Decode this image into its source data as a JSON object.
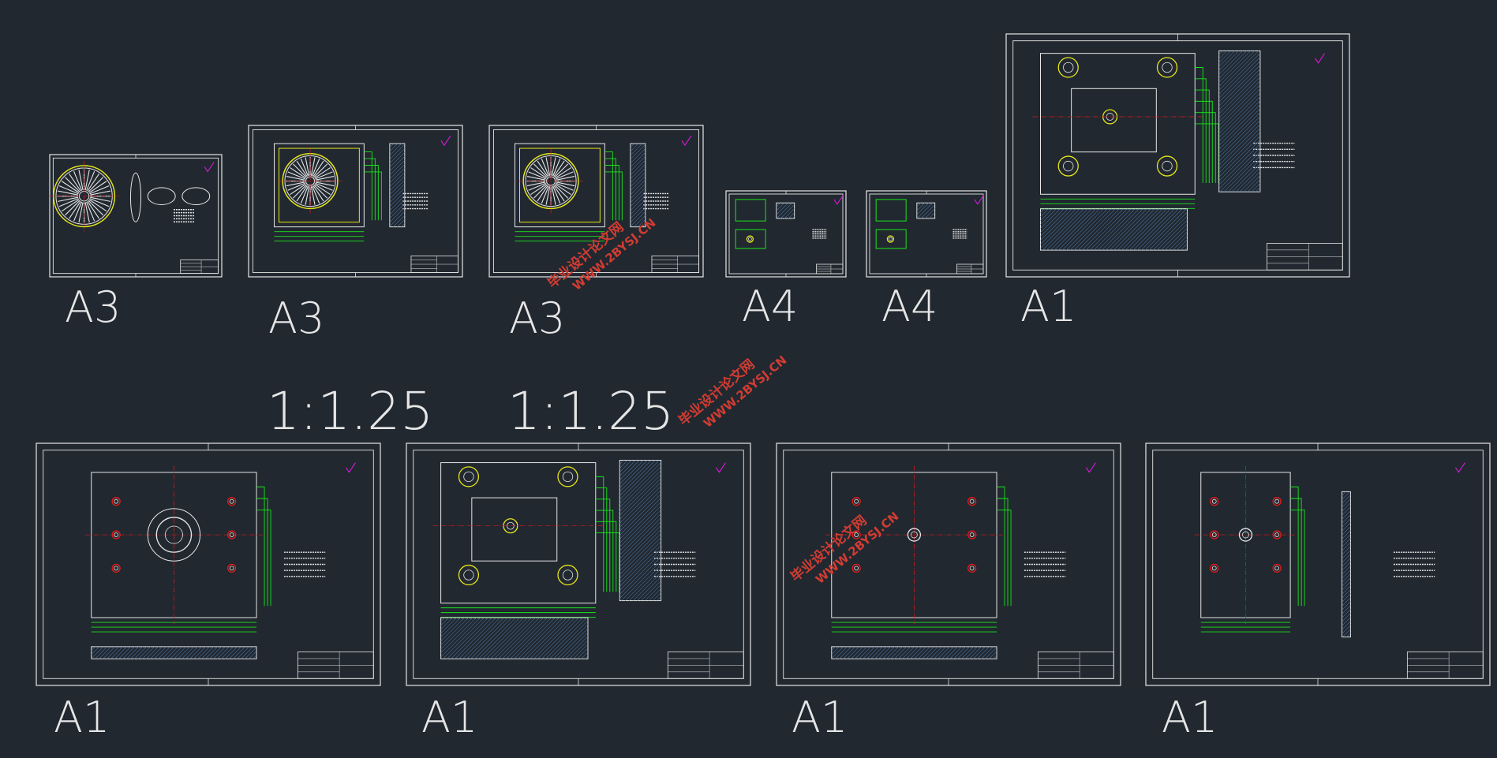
{
  "colors": {
    "background": "#212830",
    "frame": "#e6e6e6",
    "geometry_green": "#19e619",
    "geometry_yellow": "#e6e619",
    "centerline_red": "#e61919",
    "magenta": "#e619e6",
    "watermark": "#d23c32",
    "hatch_blue": "#4a6f99"
  },
  "sheets": [
    {
      "id": "sheet-1",
      "size_label": "A3",
      "scale_label": "",
      "kind": "wheel"
    },
    {
      "id": "sheet-2",
      "size_label": "A3",
      "scale_label": "1:1.25",
      "kind": "wheel-plate"
    },
    {
      "id": "sheet-3",
      "size_label": "A3",
      "scale_label": "1:1.25",
      "kind": "wheel-plate"
    },
    {
      "id": "sheet-4",
      "size_label": "A4",
      "scale_label": "",
      "kind": "small"
    },
    {
      "id": "sheet-5",
      "size_label": "A4",
      "scale_label": "",
      "kind": "small"
    },
    {
      "id": "sheet-6",
      "size_label": "A1",
      "scale_label": "",
      "kind": "mold"
    },
    {
      "id": "sheet-7",
      "size_label": "A1",
      "scale_label": "",
      "kind": "plate"
    },
    {
      "id": "sheet-8",
      "size_label": "A1",
      "scale_label": "",
      "kind": "mold"
    },
    {
      "id": "sheet-9",
      "size_label": "A1",
      "scale_label": "",
      "kind": "plate-b"
    },
    {
      "id": "sheet-10",
      "size_label": "A1",
      "scale_label": "",
      "kind": "plate-c"
    }
  ],
  "watermarks": [
    {
      "line1": "毕业设计论文网",
      "line2": "WWW.2BYSJ.CN"
    },
    {
      "line1": "毕业设计论文网",
      "line2": "WWW.2BYSJ.CN"
    },
    {
      "line1": "毕业设计论文网",
      "line2": "WWW.2BYSJ.CN"
    }
  ]
}
